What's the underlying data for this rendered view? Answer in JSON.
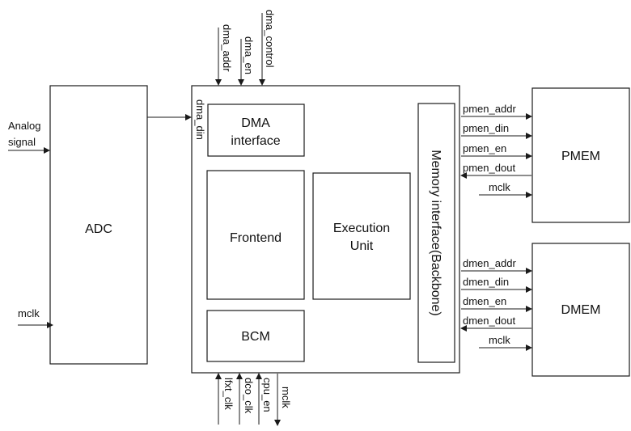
{
  "blocks": {
    "adc": "ADC",
    "dma_interface": [
      "DMA",
      "interface"
    ],
    "frontend": "Frontend",
    "execution_unit": [
      "Execution",
      "Unit"
    ],
    "bcm": "BCM",
    "memory_interface": "Memory interface(Backbone)",
    "pmem": "PMEM",
    "dmem": "DMEM"
  },
  "signals": {
    "analog_signal": [
      "Analog",
      "signal"
    ],
    "adc_mclk": "mclk",
    "dma_din": "dma_din",
    "top": {
      "dma_addr": "dma_addr",
      "dma_en": "dma_en",
      "dma_control": "dma_control"
    },
    "bottom": {
      "lfxt_clk": "lfxt_clk",
      "dco_clk": "dco_clk",
      "cpu_en": "cpu_en",
      "mclk": "mclk"
    },
    "pmem": {
      "addr": "pmen_addr",
      "din": "pmen_din",
      "en": "pmen_en",
      "dout": "pmen_dout",
      "mclk": "mclk"
    },
    "dmem": {
      "addr": "dmen_addr",
      "din": "dmen_din",
      "en": "dmen_en",
      "dout": "dmen_dout",
      "mclk": "mclk"
    }
  },
  "colors": {
    "stroke": "#1a1a1a",
    "text": "#111111",
    "background": "#ffffff"
  }
}
